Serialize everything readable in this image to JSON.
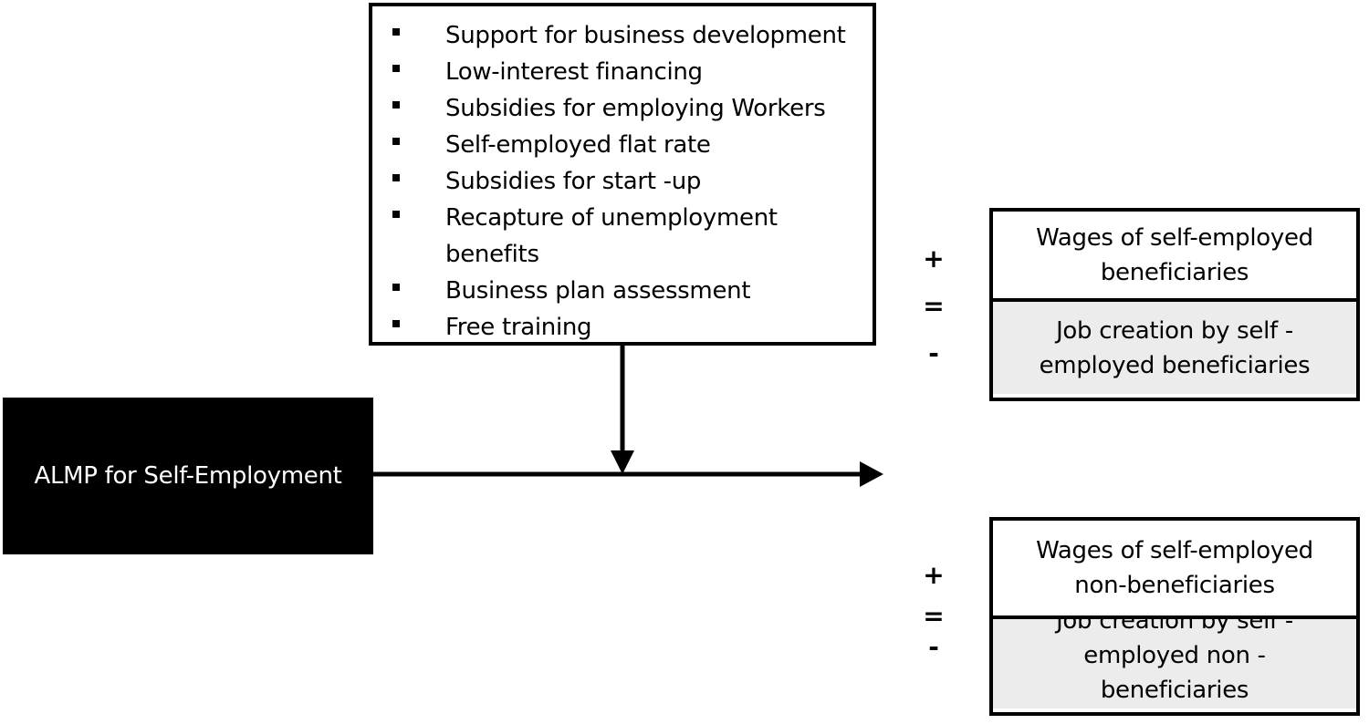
{
  "measures": [
    "Support for business development",
    "Low-interest financing",
    "Subsidies for employing Workers",
    "Self-employed flat rate",
    "Subsidies for start -up",
    "Recapture of unemployment benefits",
    "Business plan assessment",
    "Free training"
  ],
  "almp": {
    "label": "ALMP for Self-Employment"
  },
  "outcomes": {
    "beneficiaries": {
      "wages": "Wages of self-employed beneficiaries",
      "job_creation": "Job creation by self - employed beneficiaries"
    },
    "non_beneficiaries": {
      "wages": "Wages of self-employed non-beneficiaries",
      "job_creation": "Job creation by self - employed non - beneficiaries"
    }
  },
  "signs": {
    "plus": "+",
    "equals": "=",
    "minus": "-"
  }
}
